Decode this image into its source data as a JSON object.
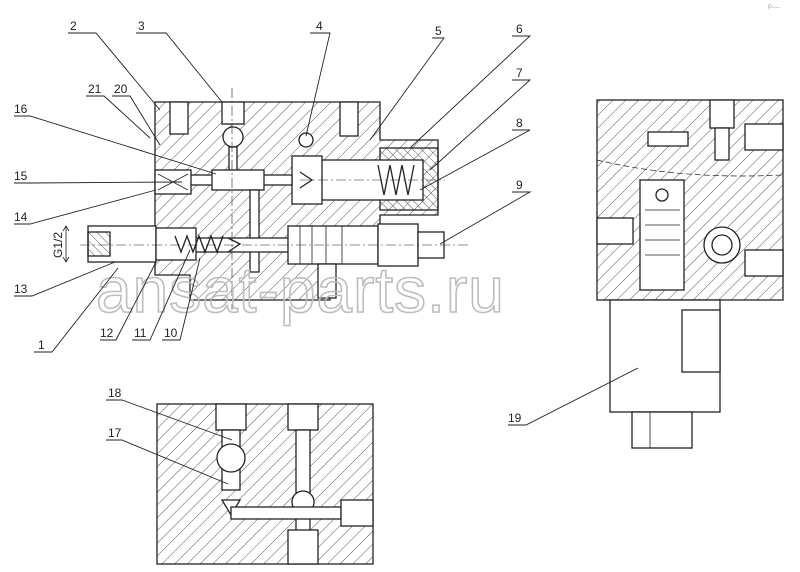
{
  "corner_mark": "P----",
  "dimension_label": "G1/2",
  "watermark": "ansat-parts.ru",
  "callouts": {
    "c1": "1",
    "c2": "2",
    "c3": "3",
    "c4": "4",
    "c5": "5",
    "c6": "6",
    "c7": "7",
    "c8": "8",
    "c9": "9",
    "c10": "10",
    "c11": "11",
    "c12": "12",
    "c13": "13",
    "c14": "14",
    "c15": "15",
    "c16": "16",
    "c17": "17",
    "c18": "18",
    "c19": "19",
    "c20": "20",
    "c21": "21"
  }
}
